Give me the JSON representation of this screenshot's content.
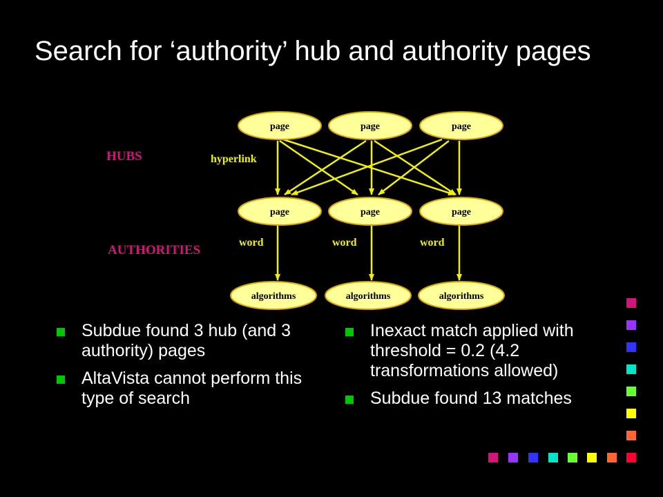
{
  "slide": {
    "title": "Search for ‘authority’ hub and authority pages"
  },
  "diagram": {
    "labels": {
      "hubs": "HUBS",
      "authorities": "AUTHORITIES",
      "hyperlink": "hyperlink"
    },
    "hub_nodes": [
      "page",
      "page",
      "page"
    ],
    "authority_nodes": [
      "page",
      "page",
      "page"
    ],
    "word_nodes": [
      "algorithms",
      "algorithms",
      "algorithms"
    ],
    "edge_labels": [
      "word",
      "word",
      "word"
    ],
    "node_fill": "#ffff99",
    "node_stroke": "#d9a300",
    "arrow_color": "#f2f200"
  },
  "bullets_left": [
    "Subdue found 3 hub (and 3 authority) pages",
    "AltaVista cannot perform this type of search"
  ],
  "bullets_right": [
    "Inexact match applied with threshold = 0.2 (4.2 transformations allowed)",
    "Subdue found 13 matches"
  ],
  "decor": {
    "square_colors": [
      "#d4147a",
      "#9933ff",
      "#3333ff",
      "#00e6c8",
      "#66ff33",
      "#ffff00",
      "#ff6633",
      "#ff0033"
    ]
  }
}
